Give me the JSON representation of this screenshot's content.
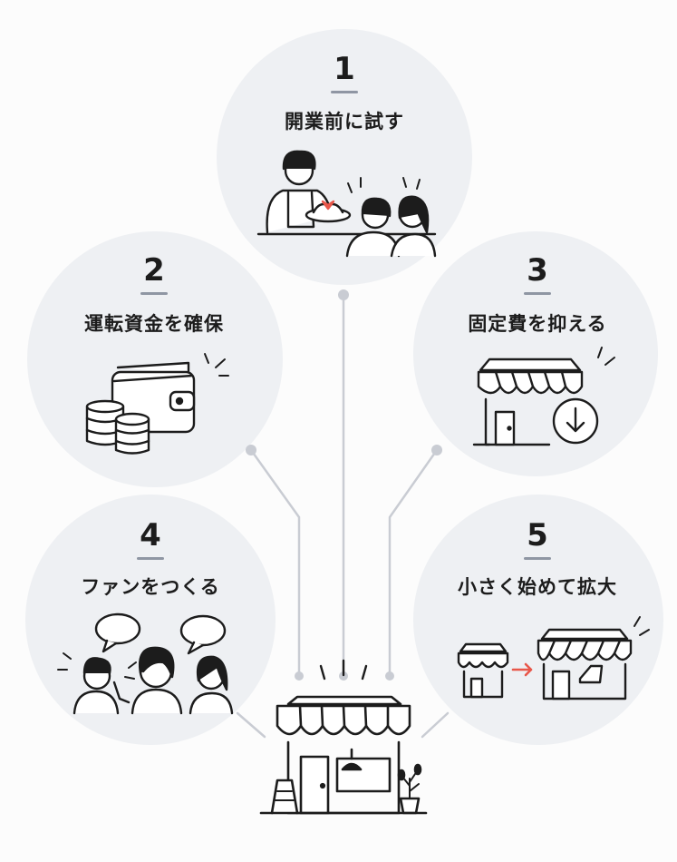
{
  "steps": [
    {
      "number": "1",
      "label": "開業前に試す",
      "icon": "chef-serving-customers-icon"
    },
    {
      "number": "2",
      "label": "運転資金を確保",
      "icon": "wallet-coins-icon"
    },
    {
      "number": "3",
      "label": "固定費を抑える",
      "icon": "shop-cost-down-icon"
    },
    {
      "number": "4",
      "label": "ファンをつくる",
      "icon": "people-chatting-icon"
    },
    {
      "number": "5",
      "label": "小さく始めて拡大",
      "icon": "small-shop-to-large-shop-icon"
    }
  ],
  "center_icon": "storefront-icon",
  "colors": {
    "disc": "#eef0f3",
    "line": "#c9ccd3",
    "ink": "#1c1c1c",
    "accent_red": "#e8574a",
    "underline": "#8f96a3"
  }
}
